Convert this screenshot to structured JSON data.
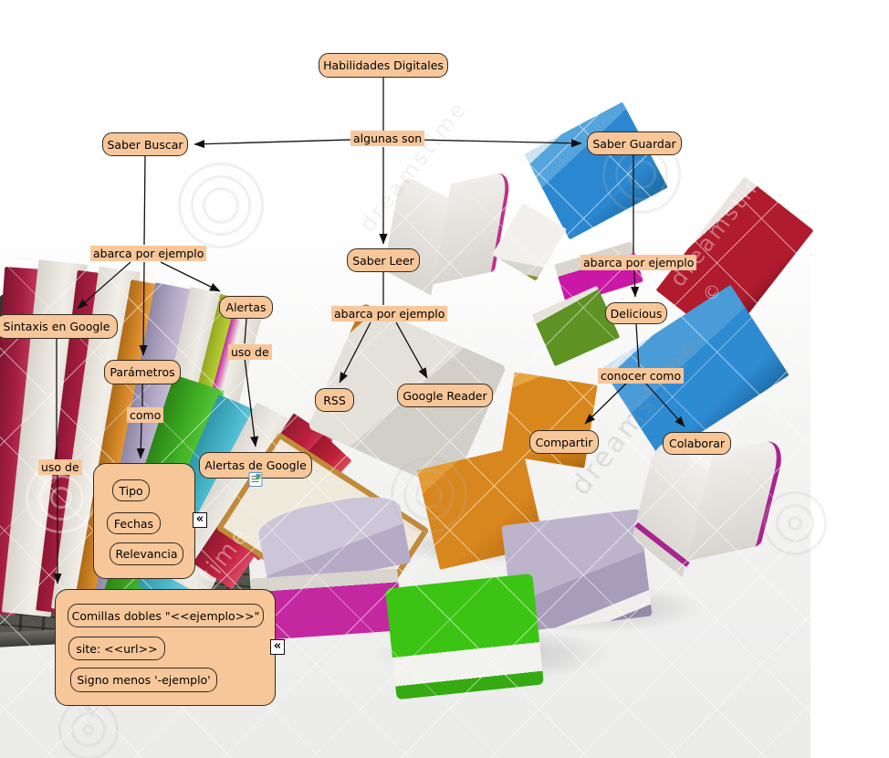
{
  "map_title": "Habilidades Digitales",
  "nodes": {
    "habilidades": {
      "label": "Habilidades Digitales"
    },
    "saber_buscar": {
      "label": "Saber Buscar"
    },
    "saber_guardar": {
      "label": "Saber Guardar"
    },
    "saber_leer": {
      "label": "Saber Leer"
    },
    "sintaxis": {
      "label": "Sintaxis en Google"
    },
    "alertas": {
      "label": "Alertas"
    },
    "parametros": {
      "label": "Parámetros"
    },
    "rss": {
      "label": "RSS"
    },
    "google_reader": {
      "label": "Google Reader"
    },
    "delicious": {
      "label": "Delicious"
    },
    "compartir": {
      "label": "Compartir"
    },
    "colaborar": {
      "label": "Colaborar"
    },
    "alertas_google": {
      "label": "Alertas de Google"
    }
  },
  "link_labels": {
    "algunas_son": "algunas son",
    "abarca": "abarca por ejemplo",
    "uso_de": "uso de",
    "como": "como",
    "conocer_como": "conocer como"
  },
  "groups": {
    "parametros_items": [
      "Tipo",
      "Fechas",
      "Relevancia"
    ],
    "sintaxis_items": [
      "Comillas dobles \"<<ejemplo>>\"",
      "site: <<url>>",
      "Signo menos '-ejemplo'"
    ]
  },
  "icons": {
    "collapse_glyph": "«",
    "resource_icon": "document-with-image"
  },
  "colors": {
    "node_fill": "#F7C79A",
    "node_border": "#342B20",
    "connector": "#111111"
  },
  "watermark": {
    "text": "dreamstime",
    "copyright": "©"
  }
}
